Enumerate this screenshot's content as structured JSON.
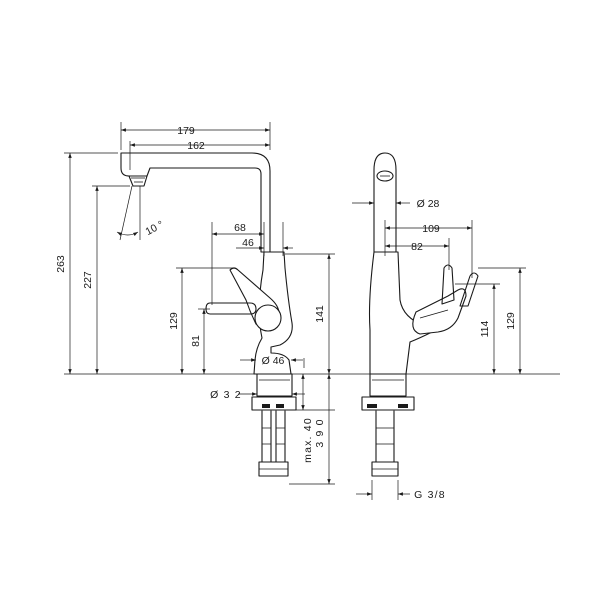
{
  "dimensions": {
    "d179": "179",
    "d162": "162",
    "d263": "263",
    "d227": "227",
    "d10deg": "10 °",
    "d68": "68",
    "d46_handle": "46",
    "d129_left": "129",
    "d81": "81",
    "d141": "141",
    "d46_dia": "Ø 46",
    "d32_dia": "Ø 3 2",
    "dmax40": "max. 40",
    "d390": "3 9 0",
    "d28_dia": "Ø 28",
    "d109": "109",
    "d82": "82",
    "d114": "114",
    "d129_right": "129",
    "thread": "G 3/8"
  }
}
